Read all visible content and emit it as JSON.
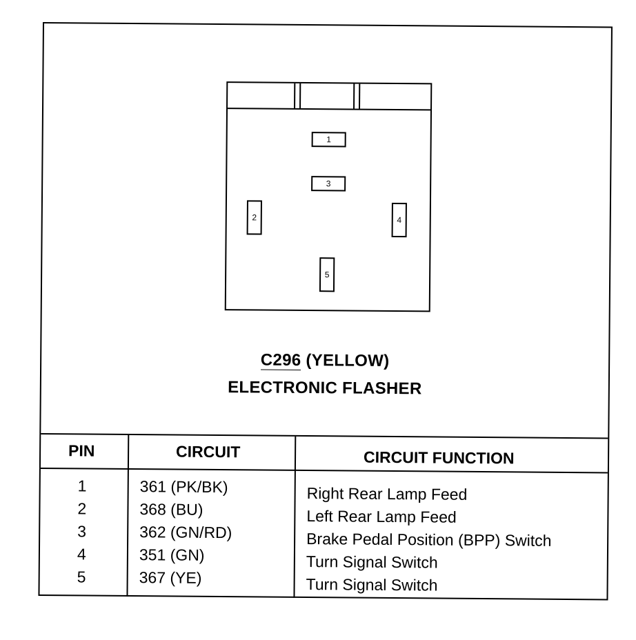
{
  "connector": {
    "pins": [
      "1",
      "2",
      "3",
      "4",
      "5"
    ]
  },
  "caption": {
    "code": "C296",
    "color": "(YELLOW)",
    "name": "ELECTRONIC FLASHER"
  },
  "table": {
    "headers": [
      "PIN",
      "CIRCUIT",
      "CIRCUIT FUNCTION"
    ],
    "rows": [
      {
        "pin": "1",
        "circuit": "361 (PK/BK)",
        "function": "Right Rear Lamp Feed"
      },
      {
        "pin": "2",
        "circuit": "368 (BU)",
        "function": "Left Rear Lamp Feed"
      },
      {
        "pin": "3",
        "circuit": "362 (GN/RD)",
        "function": "Brake Pedal Position (BPP) Switch"
      },
      {
        "pin": "4",
        "circuit": "351 (GN)",
        "function": "Turn Signal Switch"
      },
      {
        "pin": "5",
        "circuit": "367 (YE)",
        "function": "Turn Signal Switch"
      }
    ]
  }
}
